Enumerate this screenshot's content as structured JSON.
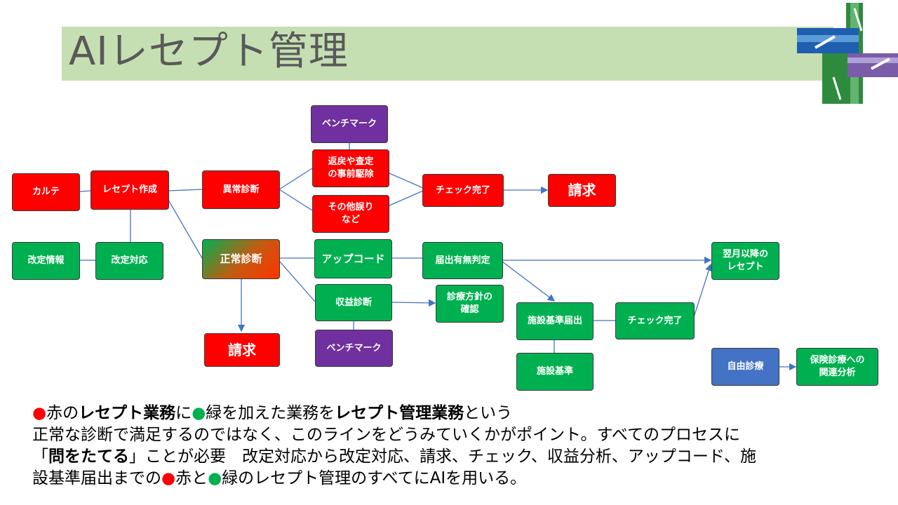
{
  "title": "AIレセプト管理",
  "colors": {
    "red": "#ff0000",
    "green": "#00b050",
    "purple": "#7030a0",
    "blue": "#4472c4",
    "title_band": "#c5dfb3"
  },
  "nodes": {
    "karte": "カルテ",
    "receipt_create": "レセプト作成",
    "kaitei_info": "改定情報",
    "kaitei_taiou": "改定対応",
    "ijou": "異常診断",
    "seijou": "正常診断",
    "benchmark_top": "ベンチマーク",
    "henrei_1": "返戻や査定",
    "henrei_2": "の事前駆除",
    "sonota_1": "その他誤り",
    "sonota_2": "など",
    "check_red": "チェック完了",
    "seikyu_top": "請求",
    "seikyu_bottom": "請求",
    "upcode": "アップコード",
    "shueki": "収益診断",
    "benchmark_bottom": "ベンチマーク",
    "todokede": "届出有無判定",
    "shinryo_1": "診療方針の",
    "shinryo_2": "確認",
    "shisetsu_todokede": "施設基準届出",
    "check_green": "チェック完了",
    "shisetsu": "施設基準",
    "yokugetsu_1": "翌月以降の",
    "yokugetsu_2": "レセプト",
    "jiyu": "自由診療",
    "hoken_1": "保険診療への",
    "hoken_2": "関連分析"
  },
  "caption": {
    "l1_dot1": "●",
    "l1_a": "赤の",
    "l1_b": "レセプト業務",
    "l1_c": "に",
    "l1_dot2": "●",
    "l1_d": "緑を加えた業務を",
    "l1_e": "レセプト管理業務",
    "l1_f": "という",
    "l2": "正常な診断で満足するのではなく、このラインをどうみていくかがポイント。すべてのプロセスに",
    "l3_a": "「",
    "l3_b": "問をたてる",
    "l3_c": "」ことが必要　改定対応から改定対応、請求、チェック、収益分析、アップコード、施",
    "l4_a": "設基準届出までの",
    "l4_dot1": "●",
    "l4_b": "赤と",
    "l4_dot2": "●",
    "l4_c": "緑のレセプト管理のすべてにAIを用いる。"
  }
}
